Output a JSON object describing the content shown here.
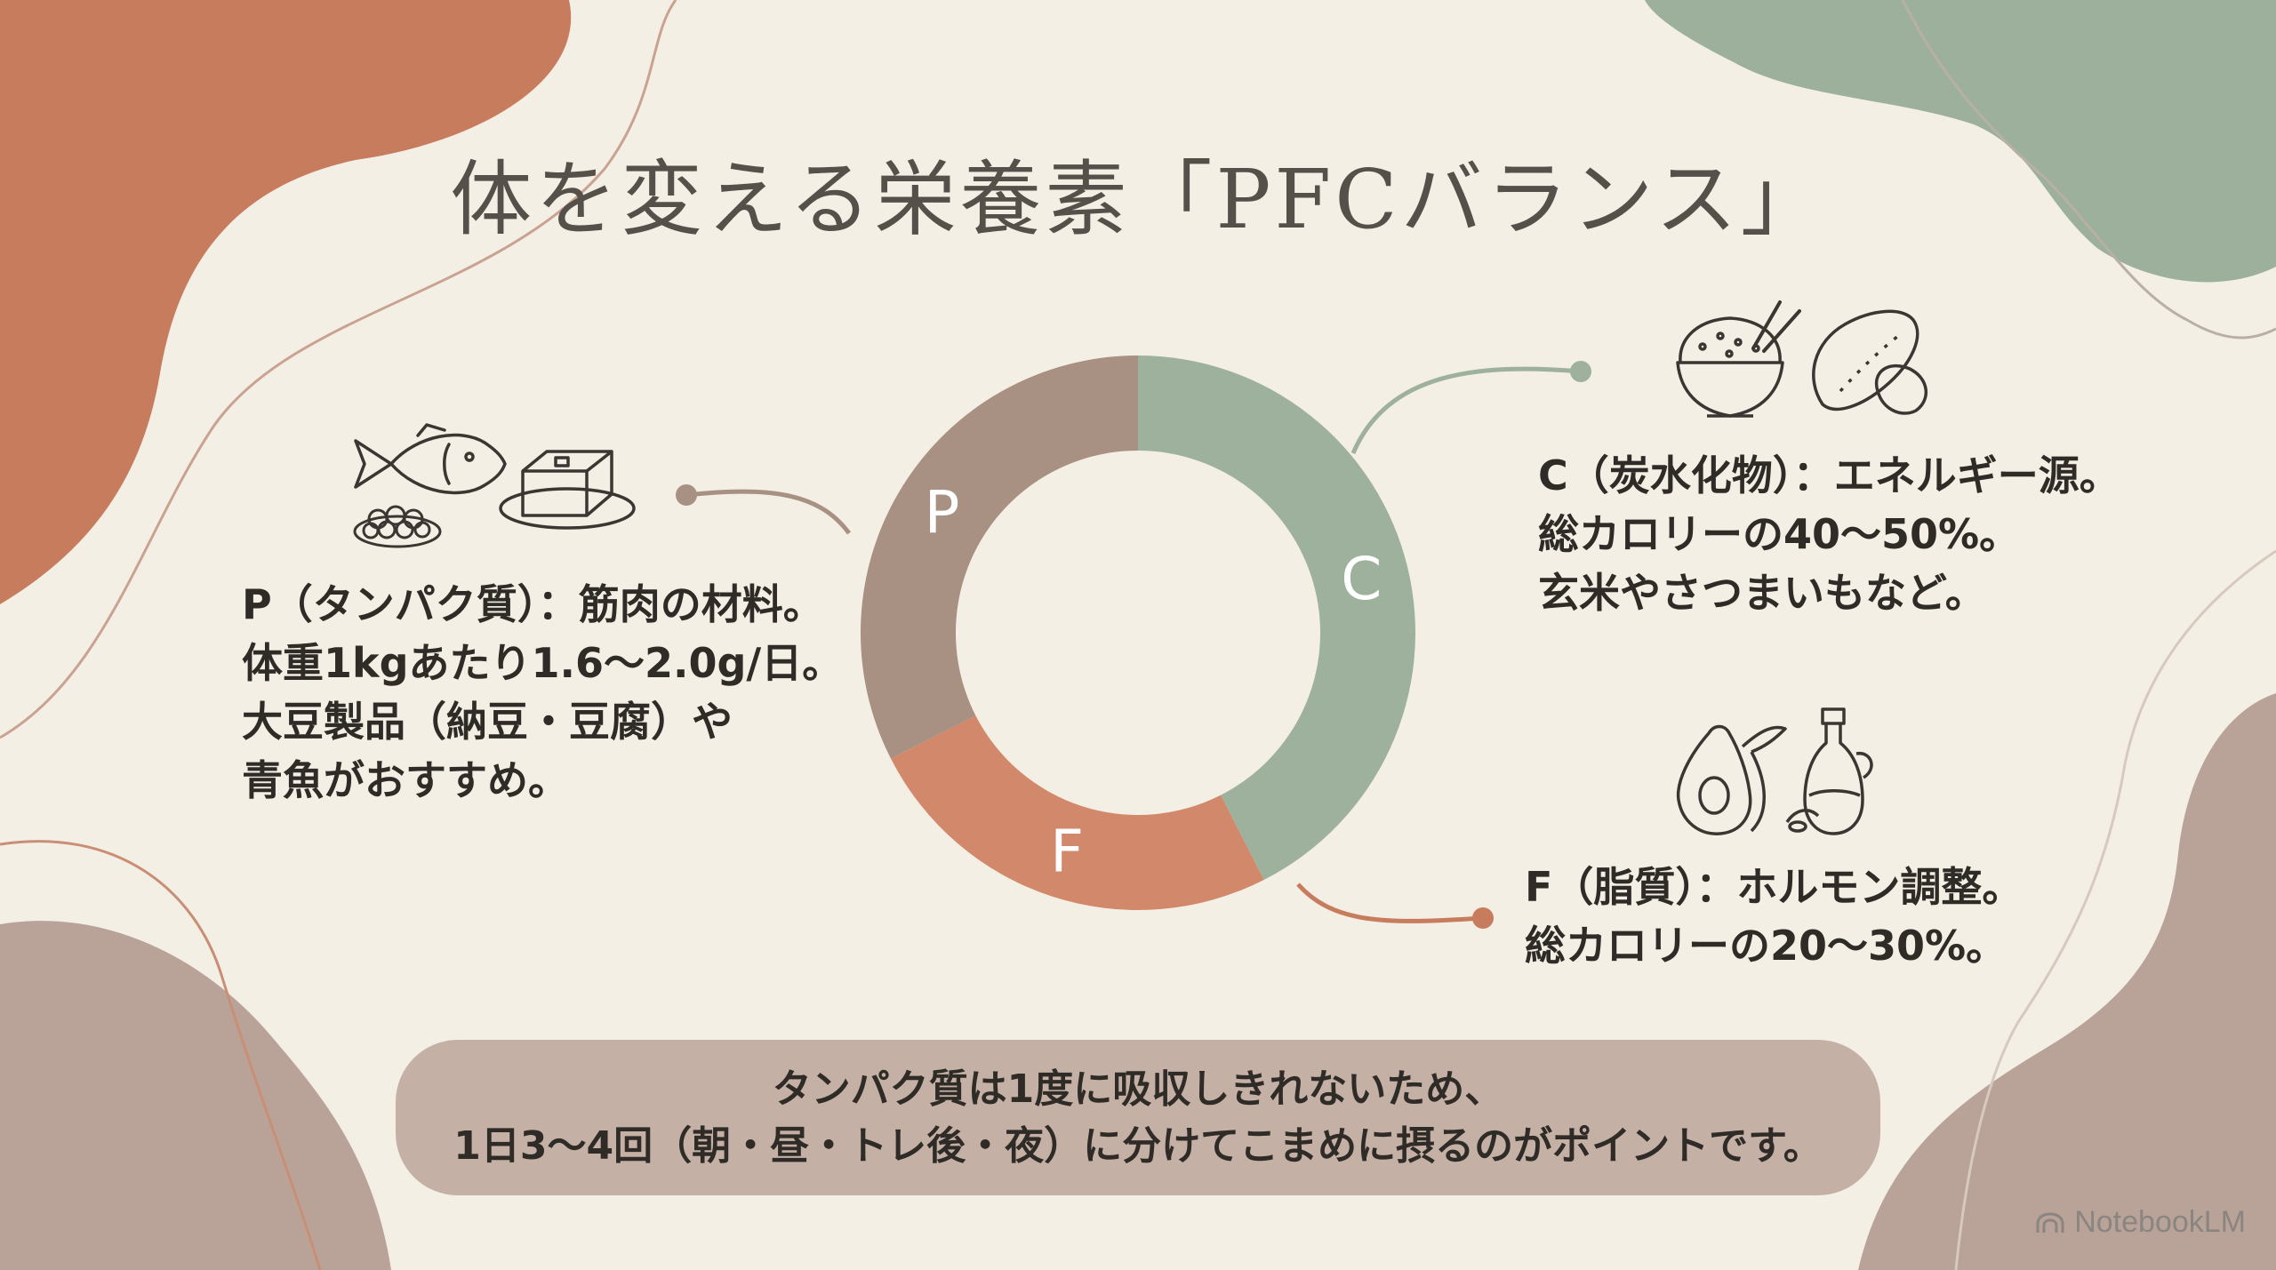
{
  "title": "体を変える栄養素「PFCバランス」",
  "colors": {
    "background": "#f4efe5",
    "protein": "#a89082",
    "carb": "#9db19c",
    "fat": "#d2896b",
    "accent_terracotta": "#c77c5e",
    "accent_sage": "#9cb09c",
    "accent_taupe": "#b9a398",
    "text": "#2f2b27"
  },
  "chart_data": {
    "type": "pie",
    "donut": true,
    "slices": [
      {
        "label": "C",
        "value": 0.425,
        "color": "#9db19c"
      },
      {
        "label": "F",
        "value": 0.25,
        "color": "#d2896b"
      },
      {
        "label": "P",
        "value": 0.325,
        "color": "#a89082"
      }
    ]
  },
  "protein": {
    "icons": [
      "fish-icon",
      "tofu-icon",
      "soybeans-icon"
    ],
    "lines": [
      "P（タンパク質）：筋肉の材料。",
      "体重1kgあたり1.6〜2.0g/日。",
      "大豆製品（納豆・豆腐）や",
      "青魚がおすすめ。"
    ]
  },
  "carb": {
    "icons": [
      "rice-bowl-icon",
      "chopsticks-icon",
      "sweet-potato-icon"
    ],
    "lines": [
      "C（炭水化物）：エネルギー源。",
      "総カロリーの40〜50%。",
      "玄米やさつまいもなど。"
    ]
  },
  "fat": {
    "icons": [
      "avocado-icon",
      "oil-bottle-icon"
    ],
    "lines": [
      "F（脂質）：ホルモン調整。",
      "総カロリーの20〜30%。"
    ]
  },
  "note": {
    "lines": [
      "タンパク質は1度に吸収しきれないため、",
      "1日3〜4回（朝・昼・トレ後・夜）に分けてこまめに摂るのがポイントです。"
    ]
  },
  "watermark": "NotebookLM"
}
